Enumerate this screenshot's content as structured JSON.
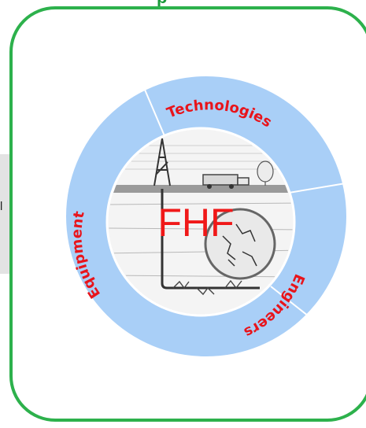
{
  "left_panel": {
    "text": "l"
  },
  "top_peek": {
    "text": "p"
  },
  "diagram": {
    "center_label": "FHF",
    "segments": [
      "Technologies",
      "Engineers",
      "Equipment"
    ],
    "colors": {
      "frame": "#2db14c",
      "ring": "#a9cff7",
      "divider": "#ffffff",
      "segment_text": "#e8141b",
      "center_text": "#f01818",
      "center_bg": "#f4f4f4"
    }
  }
}
